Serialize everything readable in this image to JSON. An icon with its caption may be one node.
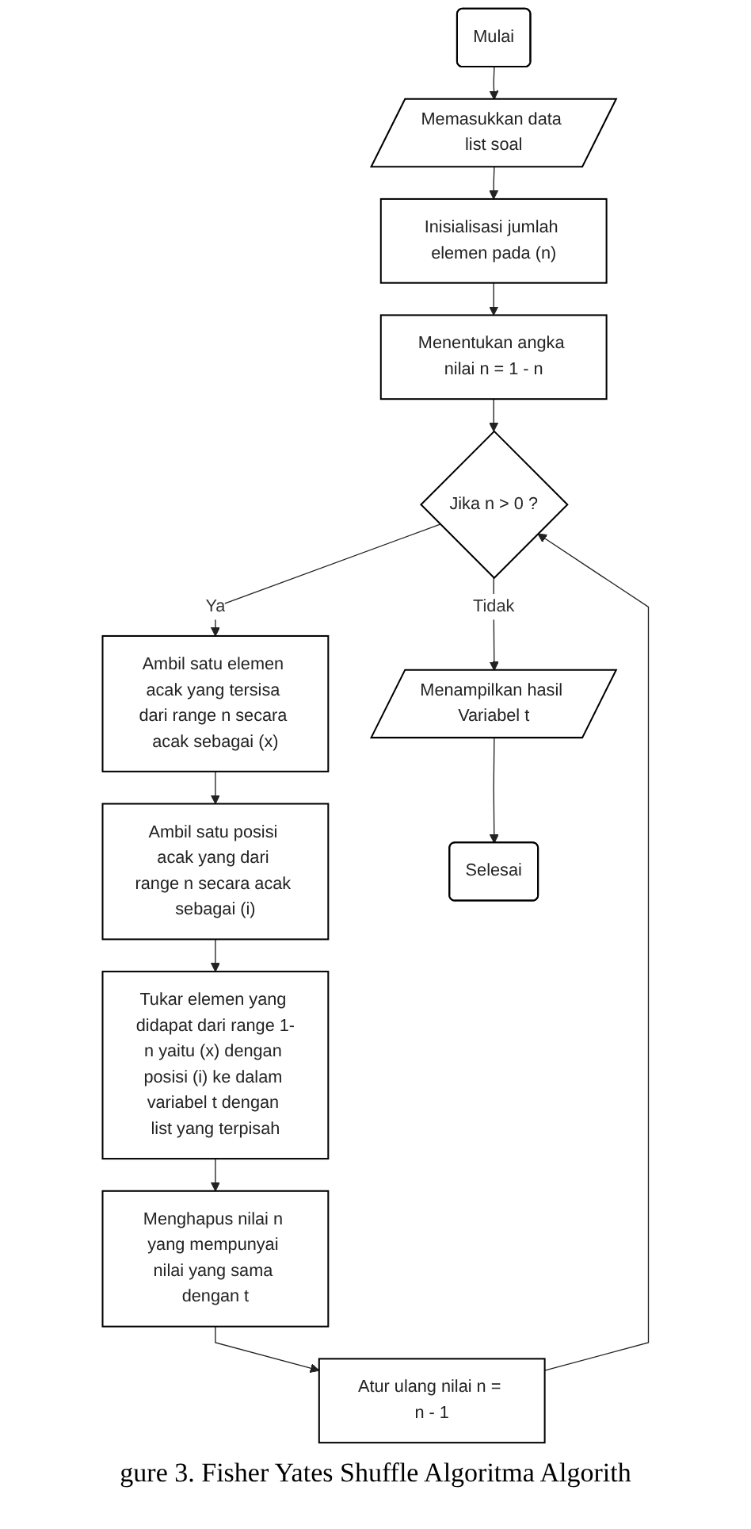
{
  "diagram": {
    "caption": "gure 3. Fisher Yates Shuffle Algoritma Algorith",
    "nodes": [
      {
        "text": [
          "Mulai"
        ]
      },
      {
        "text": [
          "Memasukkan data list soal"
        ]
      },
      {
        "text": [
          "Inisialisasi jumlah elemen pada (n)"
        ]
      },
      {
        "text": [
          "Menentukan angka nilai n = 1 - n"
        ]
      },
      {
        "text": [
          "Jika n > 0 ?"
        ]
      },
      {
        "text": [
          "Ambil satu elemen acak yang tersisa dari range n secara acak sebagai (x)"
        ]
      },
      {
        "text": [
          "Ambil satu posisi acak yang dari range n secara acak sebagai (i)"
        ]
      },
      {
        "text": [
          "Tukar elemen yang didapat dari range 1-n yaitu (x) dengan posisi (i) ke dalam variabel t dengan list yang terpisah"
        ]
      },
      {
        "text": [
          "Menghapus nilai n yang mempunyai nilai yang sama dengan t"
        ]
      },
      {
        "text": [
          "Atur ulang nilai n = n - 1"
        ]
      },
      {
        "text": [
          "Menampilkan hasil Variabel t"
        ]
      },
      {
        "text": [
          "Selesai"
        ]
      }
    ],
    "edges": [
      {
        "from": 0,
        "to": 1,
        "arrow": "to"
      },
      {
        "from": 1,
        "to": 2,
        "arrow": "to"
      },
      {
        "from": 2,
        "to": 3,
        "arrow": "to"
      },
      {
        "from": 3,
        "to": 4,
        "arrow": "to"
      },
      {
        "from": 4,
        "to": 5,
        "arrow": "to",
        "label": "Ya"
      },
      {
        "from": 5,
        "to": 6,
        "arrow": "to"
      },
      {
        "from": 6,
        "to": 7,
        "arrow": "to"
      },
      {
        "from": 7,
        "to": 8,
        "arrow": "to"
      },
      {
        "from": 8,
        "to": 9,
        "arrow": "to"
      },
      {
        "from": 9,
        "to": 4,
        "arrow": "to"
      },
      {
        "from": 4,
        "to": 10,
        "arrow": "to",
        "label": "Tidak"
      },
      {
        "from": 10,
        "to": 11,
        "arrow": "to"
      }
    ]
  }
}
